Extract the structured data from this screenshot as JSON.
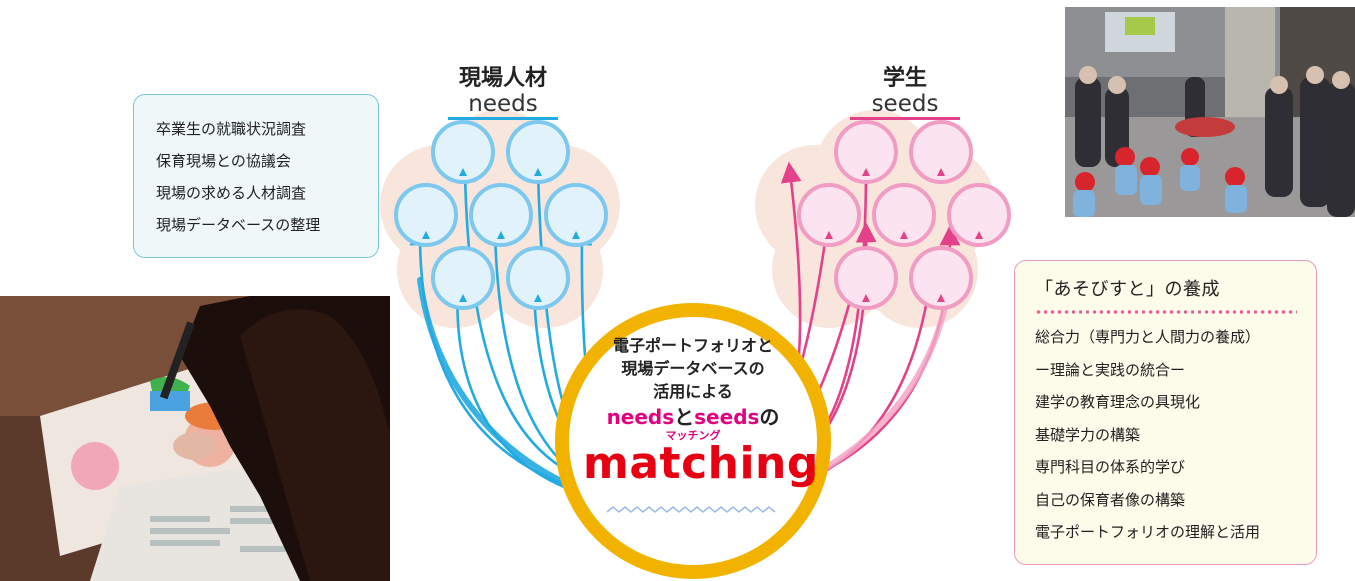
{
  "needs": {
    "title_jp": "現場人材",
    "title_en": "needs",
    "color": "#22aae1",
    "items": [
      "卒業生の就職状況調査",
      "保育現場との協議会",
      "現場の求める人材調査",
      "現場データベースの整理"
    ]
  },
  "seeds": {
    "title_jp": "学生",
    "title_en": "seeds",
    "color": "#e3418a",
    "heading": "「あそびすと」の養成",
    "items": [
      "総合力（専門力と人間力の養成）",
      "ー理論と実践の統合ー",
      "建学の教育理念の具現化",
      "基礎学力の構築",
      "専門科目の体系的学び",
      "自己の保育者像の構築",
      "電子ポートフォリオの理解と活用"
    ]
  },
  "center": {
    "line1": "電子ポートフォリオと",
    "line2": "現場データベースの",
    "line3": "活用による",
    "needs_word": "needs",
    "to_word": "と",
    "seeds_word": "seeds",
    "no_word": "の",
    "ruby": "マッチング",
    "big": "matching",
    "ring_color": "#f2b300"
  }
}
